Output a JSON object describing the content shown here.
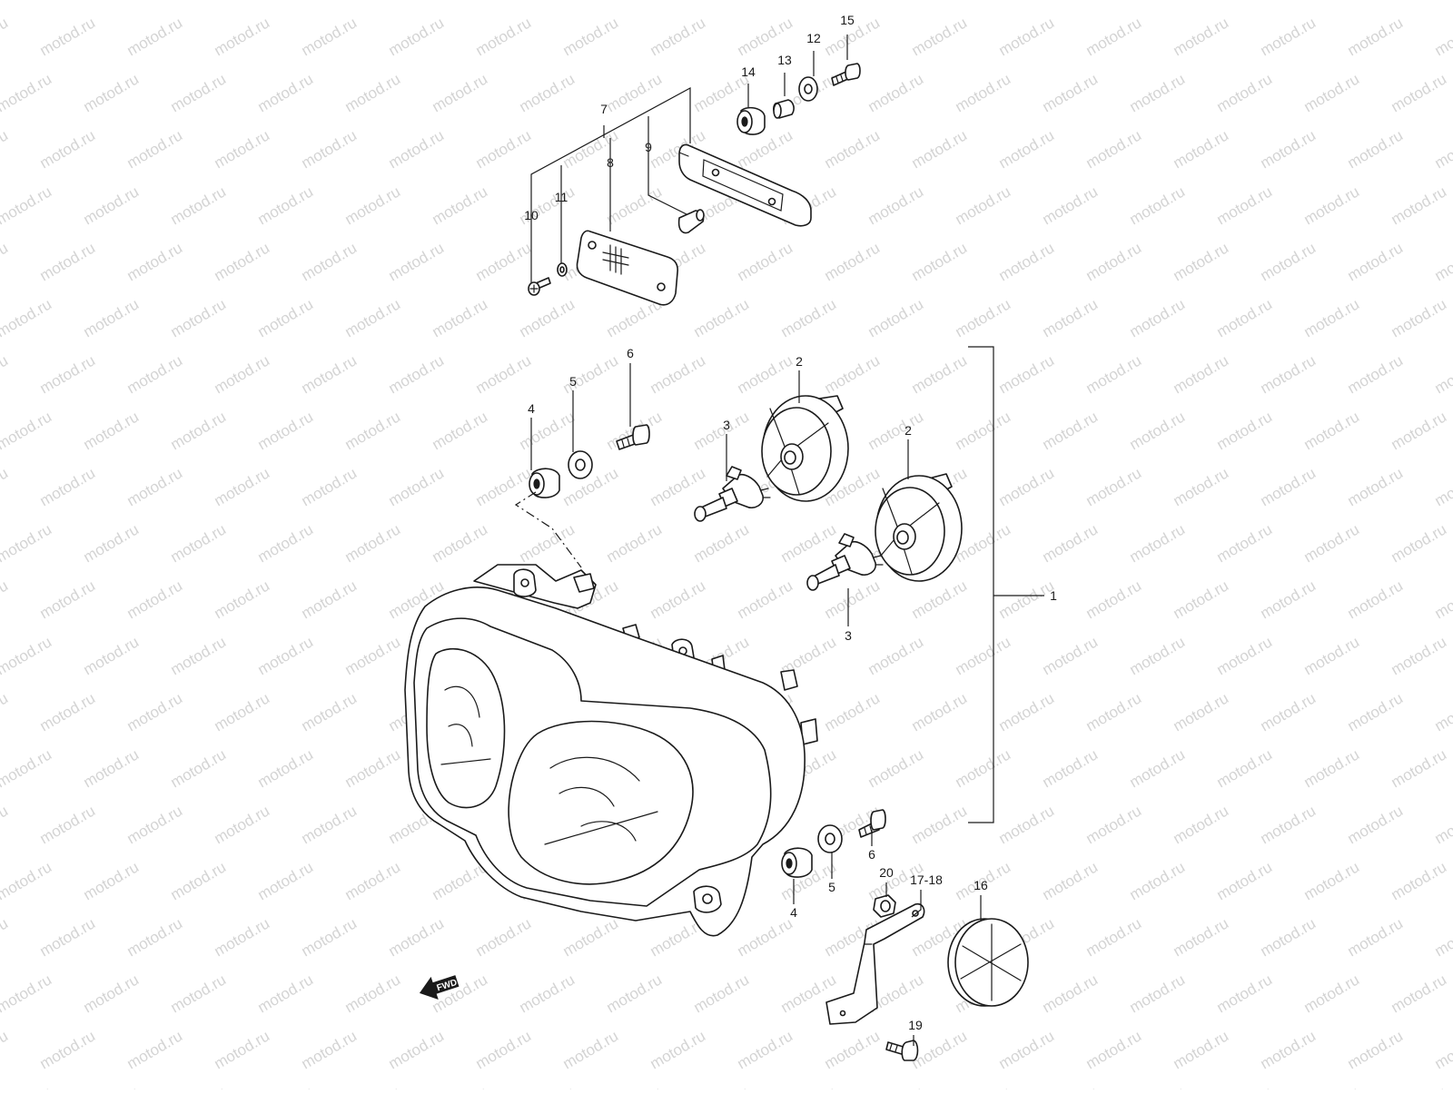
{
  "watermark": {
    "text": "motod.ru",
    "color": "#d4d4d4"
  },
  "fwd_label": "FWD",
  "callouts": {
    "c1": "1",
    "c2a": "2",
    "c2b": "2",
    "c3a": "3",
    "c3b": "3",
    "c4a": "4",
    "c4b": "4",
    "c5a": "5",
    "c5b": "5",
    "c6a": "6",
    "c6b": "6",
    "c7": "7",
    "c8": "8",
    "c9": "9",
    "c10": "10",
    "c11": "11",
    "c12": "12",
    "c13": "13",
    "c14": "14",
    "c15": "15",
    "c16": "16",
    "c17_18": "17-18",
    "c19": "19",
    "c20": "20"
  },
  "colors": {
    "line": "#1a1a1a",
    "background": "#ffffff"
  }
}
